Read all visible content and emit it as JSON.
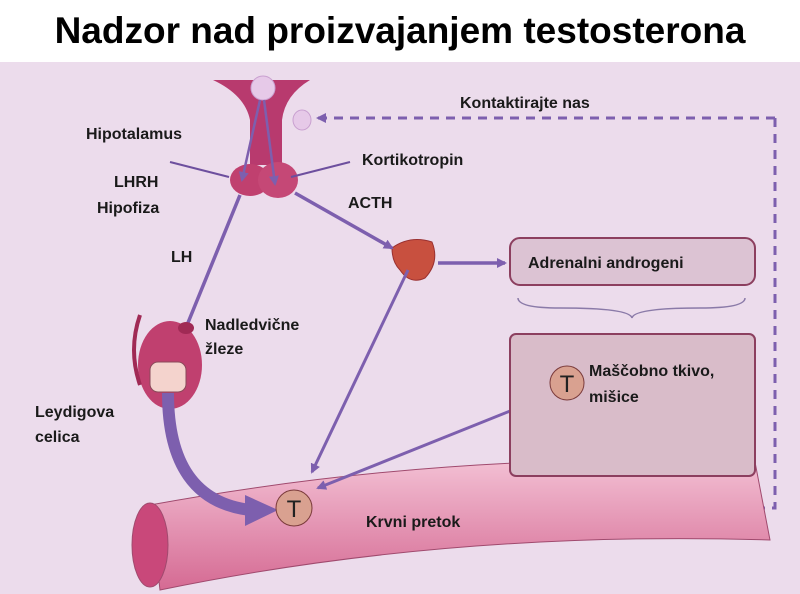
{
  "title": "Nadzor nad proizvajanjem testosterona",
  "labels": {
    "contact": "Kontaktirajte nas",
    "hypothalamus": "Hipotalamus",
    "corticotropin": "Kortikotropin",
    "lhrh": "LHRH",
    "pituitary": "Hipofiza",
    "acth": "ACTH",
    "lh": "LH",
    "adrenal_1": "Nadledvične",
    "adrenal_2": "žleze",
    "leydig_1": "Leydigova",
    "leydig_2": "celica",
    "adrenal_androgens": "Adrenalni androgeni",
    "fat_1": "Maščobno tkivo,",
    "fat_2": "mišice",
    "blood": "Krvni pretok",
    "t_blood": "T",
    "t_fat": "T"
  },
  "colors": {
    "background": "#ecdcec",
    "arrow": "#7d5fae",
    "organ": "#b83a6e",
    "box": "#dcc3d3",
    "box_border": "#8c3f5f",
    "t_circle": "#d9a190"
  }
}
